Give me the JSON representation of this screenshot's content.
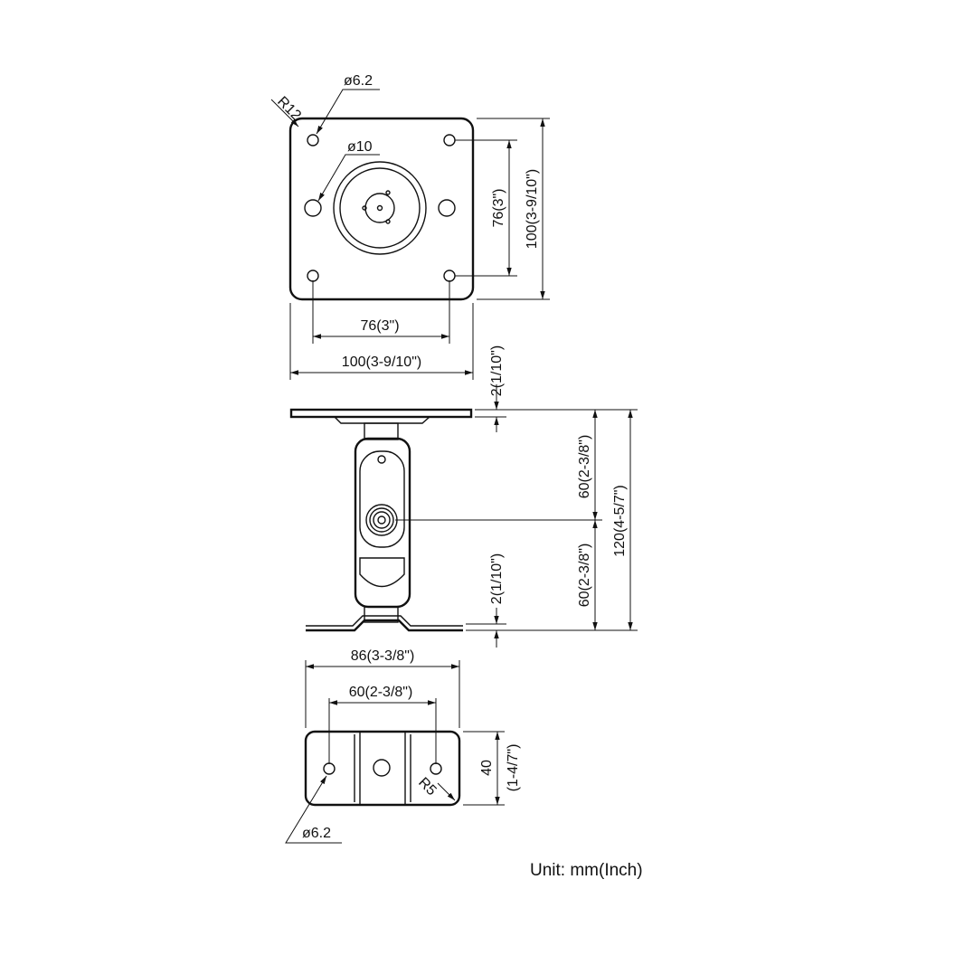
{
  "top_view": {
    "hole_dia_label": "ø6.2",
    "corner_radius_label": "R12",
    "large_hole_dia_label": "ø10",
    "hole_spacing_h": "76(3\")",
    "width_h": "100(3-9/10\")",
    "hole_spacing_v": "76(3\")",
    "height_v": "100(3-9/10\")"
  },
  "side_view": {
    "top_plate_thickness": "2(1/10\")",
    "upper_half": "60(2-3/8\")",
    "lower_half": "60(2-3/8\")",
    "total_height": "120(4-5/7\")",
    "bottom_plate_thickness": "2(1/10\")"
  },
  "bottom_view": {
    "width": "86(3-3/8\")",
    "hole_spacing": "60(2-3/8\")",
    "height_mm": "40",
    "height_in": "(1-4/7\")",
    "corner_radius_label": "R5",
    "hole_dia_label": "ø6.2"
  },
  "unit_label": "Unit: mm(Inch)"
}
